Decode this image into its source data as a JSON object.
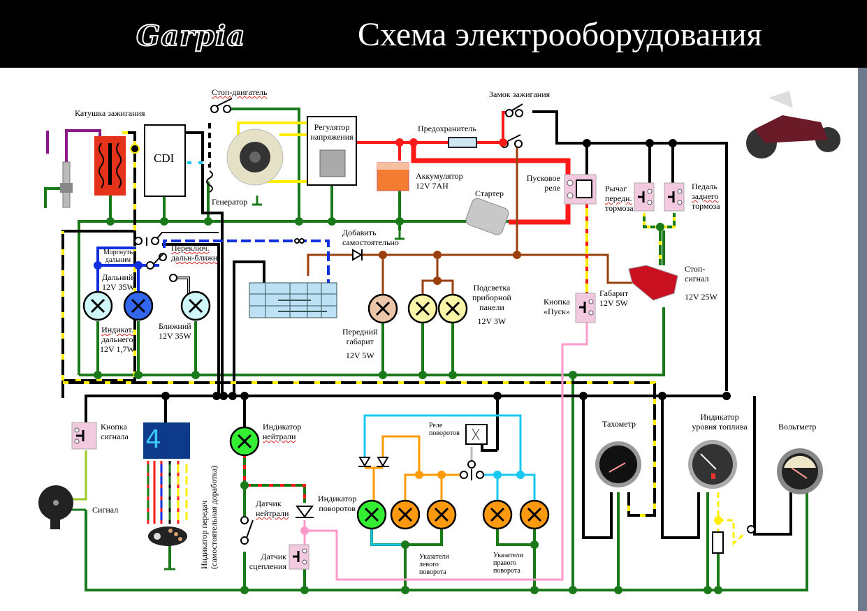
{
  "header": {
    "brand": "Garpia",
    "title": "Схема электрооборудования"
  },
  "labels": {
    "ignition_coil": "Катушка зажигания",
    "cdi": "CDI",
    "engine_stop": "Стоп-двигатель",
    "generator": "Генератор",
    "regulator": [
      "Регулятор",
      "напряжения"
    ],
    "fuse": "Предохранитель",
    "ignition_lock": "Замок зажигания",
    "battery": [
      "Аккумулятор",
      "12V 7AH"
    ],
    "starter": "Стартер",
    "starter_relay": [
      "Пусковое",
      "реле"
    ],
    "front_brake_lever": [
      "Рычаг",
      "передн.",
      "тормоза"
    ],
    "rear_brake_pedal": [
      "Педаль",
      "заднего",
      "тормоза"
    ],
    "add_yourself": [
      "Добавить",
      "самостоятельно"
    ],
    "flash_high": [
      "Моргнуть",
      "дальним"
    ],
    "hi_lo_switch": [
      "Переключ.",
      "дальн-ближн"
    ],
    "high_beam": [
      "Дальний",
      "12V 35W"
    ],
    "high_beam_indicator": [
      "Индикат.",
      "дальнего",
      "12V 1,7W"
    ],
    "low_beam": [
      "Ближний",
      "12V 35W"
    ],
    "front_parking": [
      "Передний",
      "габарит",
      "12V 5W"
    ],
    "panel_backlight": [
      "Подсветка",
      "приборной",
      "панели",
      "12V 3W"
    ],
    "start_button": [
      "Кнопка",
      "«Пуск»"
    ],
    "parking_rear": [
      "Габарит",
      "12V 5W"
    ],
    "stop_signal": [
      "Стоп-",
      "сигнал",
      "12V 25W"
    ],
    "horn_button": [
      "Кнопка",
      "сигнала"
    ],
    "horn": "Сигнал",
    "gear_indicator": [
      "Индикатор передач",
      "(самостоятельная доработка)"
    ],
    "gear_display": "4",
    "neutral_indicator": [
      "Индикатор",
      "нейтрали"
    ],
    "neutral_sensor": [
      "Датчик",
      "нейтрали"
    ],
    "turn_indicator": [
      "Индикатор",
      "поворотов"
    ],
    "clutch_sensor": [
      "Датчик",
      "сцепления"
    ],
    "turn_relay": [
      "Реле",
      "поворотов"
    ],
    "left_turn": [
      "Указатели",
      "левого",
      "поворота"
    ],
    "right_turn": [
      "Указатели",
      "правого",
      "поворота"
    ],
    "tachometer": "Тахометр",
    "fuel_indicator": [
      "Индикатор",
      "уровня топлива"
    ],
    "voltmeter": "Вольтметр"
  },
  "colors": {
    "ground": "#1a7a1a",
    "power": "#ff1a1a",
    "ignition": "#000000",
    "parking": "#9c3f0f",
    "high_beam": "#1030e0",
    "turn_left": "#ff9a00",
    "turn_right": "#18c8f0",
    "start": "#ff99cc",
    "stop": "#ffee00"
  }
}
